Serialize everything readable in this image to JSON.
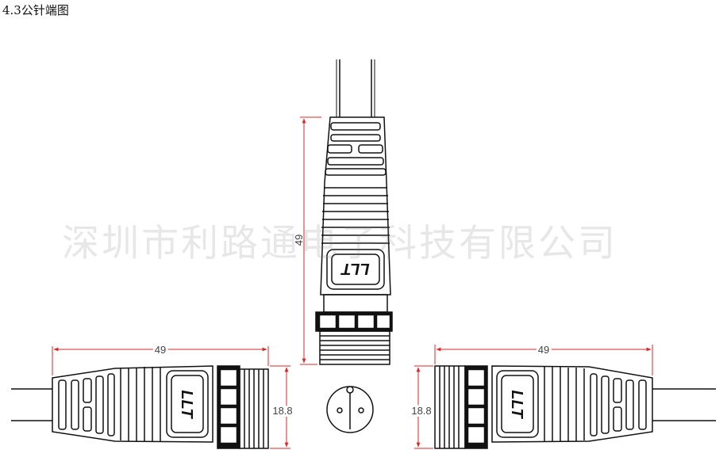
{
  "heading": "4.3公针端图",
  "watermark": "深圳市利路通电子科技有限公司",
  "dimensions": {
    "top_length": "49",
    "left_length": "49",
    "left_diameter": "18.8",
    "right_length": "49",
    "right_diameter": "18.8"
  },
  "logo_text": "LLT",
  "colors": {
    "dimension": "#d42a2a",
    "outline": "#111111"
  }
}
